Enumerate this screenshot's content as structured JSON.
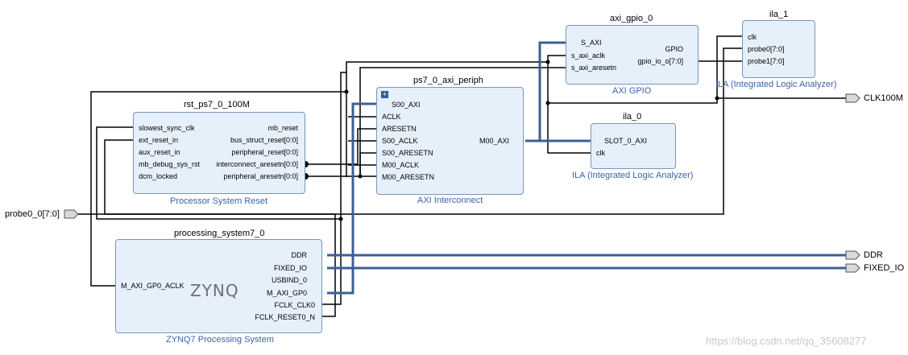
{
  "blocks": {
    "rst": {
      "title": "rst_ps7_0_100M",
      "subtitle": "Processor System Reset",
      "left_ports": [
        "slowest_sync_clk",
        "ext_reset_in",
        "aux_reset_in",
        "mb_debug_sys_rst",
        "dcm_locked"
      ],
      "right_ports": [
        "mb_reset",
        "bus_struct_reset[0:0]",
        "peripheral_reset[0:0]",
        "interconnect_aresetn[0:0]",
        "peripheral_aresetn[0:0]"
      ]
    },
    "ps": {
      "title": "processing_system7_0",
      "subtitle": "ZYNQ7 Processing System",
      "logo": "ZYNQ",
      "left_ports": [
        "M_AXI_GP0_ACLK"
      ],
      "right_ports": [
        "DDR",
        "FIXED_IO",
        "USBIND_0",
        "M_AXI_GP0",
        "FCLK_CLK0",
        "FCLK_RESET0_N"
      ]
    },
    "periph": {
      "title": "ps7_0_axi_periph",
      "subtitle": "AXI Interconnect",
      "left_ports": [
        "S00_AXI",
        "ACLK",
        "ARESETN",
        "S00_ACLK",
        "S00_ARESETN",
        "M00_ACLK",
        "M00_ARESETN"
      ],
      "right_ports": [
        "M00_AXI"
      ]
    },
    "gpio": {
      "title": "axi_gpio_0",
      "subtitle": "AXI GPIO",
      "left_ports": [
        "S_AXI",
        "s_axi_aclk",
        "s_axi_aresetn"
      ],
      "right_ports": [
        "GPIO",
        "gpio_io_o[7:0]"
      ]
    },
    "ila0": {
      "title": "ila_0",
      "subtitle": "ILA (Integrated Logic Analyzer)",
      "left_ports": [
        "SLOT_0_AXI",
        "clk"
      ]
    },
    "ila1": {
      "title": "ila_1",
      "subtitle": "ILA (Integrated Logic Analyzer)",
      "left_ports": [
        "clk",
        "probe0[7:0]",
        "probe1[7:0]"
      ]
    }
  },
  "external_ports": {
    "probe": "probe0_0[7:0]",
    "clk": "CLK100M",
    "ddr": "DDR",
    "fixed_io": "FIXED_IO"
  },
  "watermark": "https://blog.csdn.net/qq_35608277",
  "colors": {
    "block_fill": "#e6f0fb",
    "block_border": "#7a96b8",
    "bus": "#3c5f94",
    "wire": "#000000",
    "subtitle": "#3a64a6"
  }
}
